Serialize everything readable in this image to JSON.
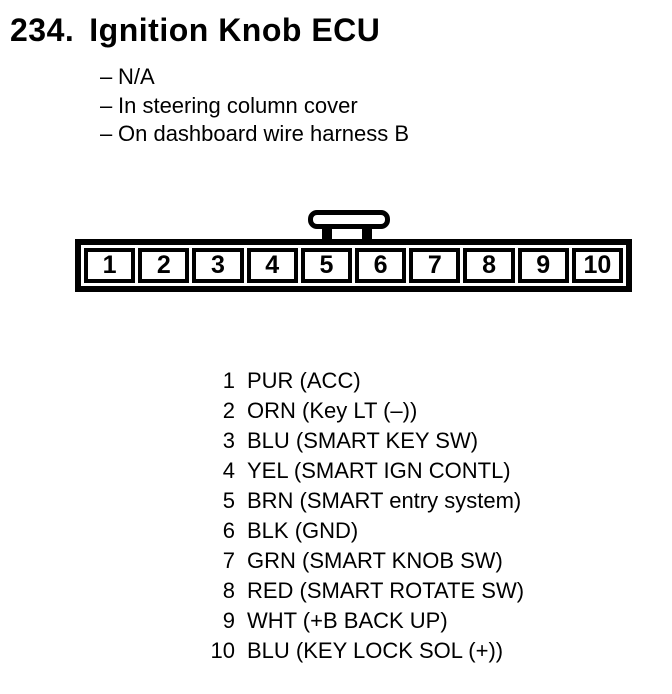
{
  "colors": {
    "background": "#ffffff",
    "foreground": "#000000"
  },
  "header": {
    "number": "234.",
    "title": "Ignition Knob ECU"
  },
  "notes": {
    "bullet": "–",
    "items": [
      "N/A",
      "In steering column cover",
      "On dashboard wire harness B"
    ]
  },
  "connector": {
    "pins": [
      "1",
      "2",
      "3",
      "4",
      "5",
      "6",
      "7",
      "8",
      "9",
      "10"
    ]
  },
  "pinout": {
    "rows": [
      {
        "pin": "1",
        "desc": "PUR (ACC)"
      },
      {
        "pin": "2",
        "desc": "ORN (Key LT (–))"
      },
      {
        "pin": "3",
        "desc": "BLU (SMART KEY SW)"
      },
      {
        "pin": "4",
        "desc": "YEL (SMART IGN CONTL)"
      },
      {
        "pin": "5",
        "desc": "BRN (SMART entry system)"
      },
      {
        "pin": "6",
        "desc": "BLK (GND)"
      },
      {
        "pin": "7",
        "desc": "GRN (SMART KNOB SW)"
      },
      {
        "pin": "8",
        "desc": "RED (SMART ROTATE SW)"
      },
      {
        "pin": "9",
        "desc": "WHT (+B BACK UP)"
      },
      {
        "pin": "10",
        "desc": "BLU (KEY LOCK SOL (+))"
      }
    ]
  }
}
